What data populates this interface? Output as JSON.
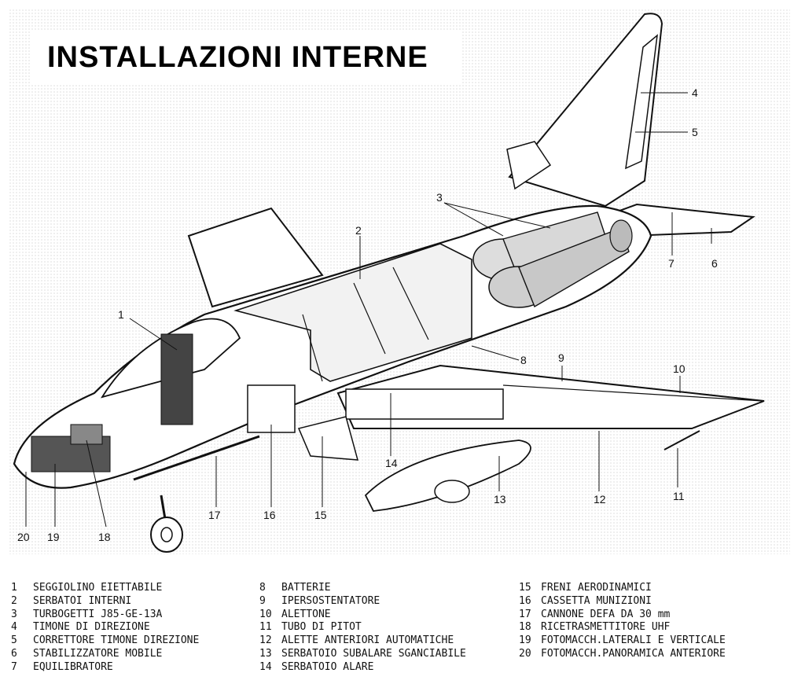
{
  "title": "INSTALLAZIONI INTERNE",
  "callouts": [
    "1",
    "2",
    "3",
    "4",
    "5",
    "6",
    "7",
    "8",
    "9",
    "10",
    "11",
    "12",
    "13",
    "14",
    "15",
    "16",
    "17",
    "18",
    "19",
    "20"
  ],
  "legend": [
    {
      "num": "1",
      "text": "SEGGIOLINO EIETTABILE"
    },
    {
      "num": "2",
      "text": "SERBATOI INTERNI"
    },
    {
      "num": "3",
      "text": "TURBOGETTI J85-GE-13A"
    },
    {
      "num": "4",
      "text": "TIMONE DI DIREZIONE"
    },
    {
      "num": "5",
      "text": "CORRETTORE TIMONE DIREZIONE"
    },
    {
      "num": "6",
      "text": "STABILIZZATORE MOBILE"
    },
    {
      "num": "7",
      "text": "EQUILIBRATORE"
    },
    {
      "num": "8",
      "text": "BATTERIE"
    },
    {
      "num": "9",
      "text": "IPERSOSTENTATORE"
    },
    {
      "num": "10",
      "text": "ALETTONE"
    },
    {
      "num": "11",
      "text": "TUBO DI PITOT"
    },
    {
      "num": "12",
      "text": "ALETTE ANTERIORI AUTOMATICHE"
    },
    {
      "num": "13",
      "text": "SERBATOIO SUBALARE SGANCIABILE"
    },
    {
      "num": "14",
      "text": "SERBATOIO ALARE"
    },
    {
      "num": "15",
      "text": "FRENI AERODINAMICI"
    },
    {
      "num": "16",
      "text": "CASSETTA MUNIZIONI"
    },
    {
      "num": "17",
      "text": "CANNONE DEFA DA 30 mm"
    },
    {
      "num": "18",
      "text": "RICETRASMETTITORE UHF"
    },
    {
      "num": "19",
      "text": "FOTOMACCH.LATERALI E VERTICALE"
    },
    {
      "num": "20",
      "text": "FOTOMACCH.PANORAMICA ANTERIORE"
    }
  ]
}
